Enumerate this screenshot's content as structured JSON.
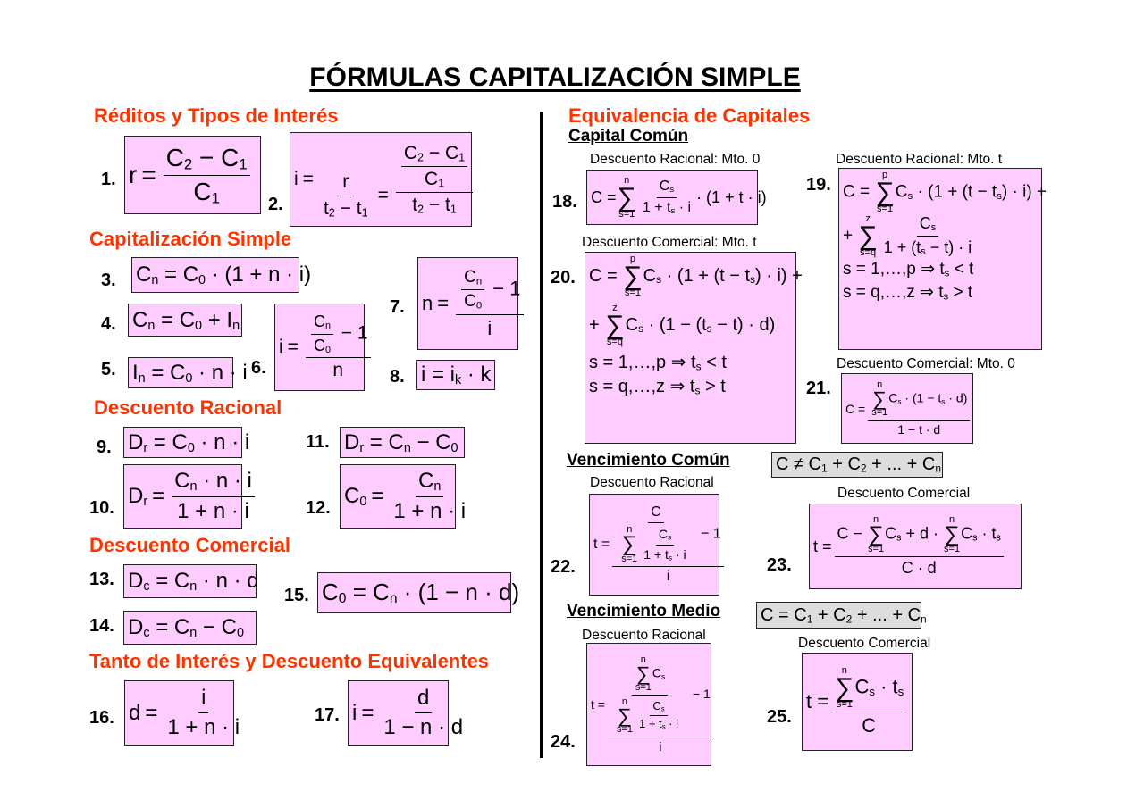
{
  "title": "FÓRMULAS CAPITALIZACIÓN SIMPLE",
  "left": {
    "sections": [
      {
        "label": "Réditos y Tipos de Interés"
      },
      {
        "label": "Capitalización Simple"
      },
      {
        "label": "Descuento Racional"
      },
      {
        "label": "Descuento Comercial"
      },
      {
        "label": "Tanto de Interés y Descuento Equivalentes"
      }
    ]
  },
  "right": {
    "section": "Equivalencia de Capitales",
    "subsections": {
      "capital_comun": "Capital Común",
      "vencimiento_comun": "Vencimiento Común",
      "vencimiento_medio": "Vencimiento Medio"
    },
    "captions": {
      "c18": "Descuento Racional: Mto. 0",
      "c19": "Descuento Racional: Mto. t",
      "c20": "Descuento Comercial: Mto. t",
      "c21": "Descuento Comercial: Mto. 0",
      "c22": "Descuento Racional",
      "c23": "Descuento Comercial",
      "c24": "Descuento Racional",
      "c25": "Descuento Comercial"
    },
    "notes": {
      "vencimiento_comun": "C ≠ C1 + C2 + ... + Cn",
      "vencimiento_medio": "C = C1 + C2 + ... + Cn"
    }
  },
  "formulas": [
    {
      "n": "1.",
      "text": "r = (C2 − C1) / C1"
    },
    {
      "n": "2.",
      "text": "i = r / (t2 − t1) = ((C2 − C1)/C1) / (t2 − t1)"
    },
    {
      "n": "3.",
      "text": "Cn = C0 · (1 + n · i)"
    },
    {
      "n": "4.",
      "text": "Cn = C0 + In"
    },
    {
      "n": "5.",
      "text": "In = C0 · n · i"
    },
    {
      "n": "6.",
      "text": "i = (Cn/C0 − 1) / n"
    },
    {
      "n": "7.",
      "text": "n = (Cn/C0 − 1) / i"
    },
    {
      "n": "8.",
      "text": "i = ik · k"
    },
    {
      "n": "9.",
      "text": "Dr = C0 · n · i"
    },
    {
      "n": "10.",
      "text": "Dr = Cn · n · i / (1 + n · i)"
    },
    {
      "n": "11.",
      "text": "Dr = Cn − C0"
    },
    {
      "n": "12.",
      "text": "C0 = Cn / (1 + n · i)"
    },
    {
      "n": "13.",
      "text": "Dc = Cn · n · d"
    },
    {
      "n": "14.",
      "text": "Dc = Cn − C0"
    },
    {
      "n": "15.",
      "text": "C0 = Cn · (1 − n · d)"
    },
    {
      "n": "16.",
      "text": "d = i / (1 + n · i)"
    },
    {
      "n": "17.",
      "text": "i = d / (1 − n · d)"
    },
    {
      "n": "18.",
      "text": "C = Σ(s=1..n) Cs/(1 + ts · i) · (1 + t · i)"
    },
    {
      "n": "19.",
      "text": "C = Σ(s=1..p) Cs · (1 + (t − ts) · i) + Σ(s=q..z) Cs/(1 + (ts − t) · i); s = 1,…,p ⇒ ts < t; s = q,…,z ⇒ ts > t"
    },
    {
      "n": "20.",
      "text": "C = Σ(s=1..p) Cs · (1 + (t − ts) · i) + Σ(s=q..z) Cs · (1 − (ts − t) · d); s = 1,…,p ⇒ ts < t; s = q,…,z ⇒ ts > t"
    },
    {
      "n": "21.",
      "text": "C = Σ(s=1..n) Cs · (1 − ts · d) / (1 − t · d)"
    },
    {
      "n": "22.",
      "text": "t = (C / Σ(s=1..n) Cs/(1 + ts · i) − 1) / i"
    },
    {
      "n": "23.",
      "text": "t = (C − Σ(s=1..n) Cs + d · Σ(s=1..n) Cs · ts) / (C · d)"
    },
    {
      "n": "24.",
      "text": "t = (Σ(s=1..n) Cs / Σ(s=1..n) Cs/(1 + ts · i) − 1) / i"
    },
    {
      "n": "25.",
      "text": "t = Σ(s=1..n) Cs · ts / C"
    }
  ]
}
